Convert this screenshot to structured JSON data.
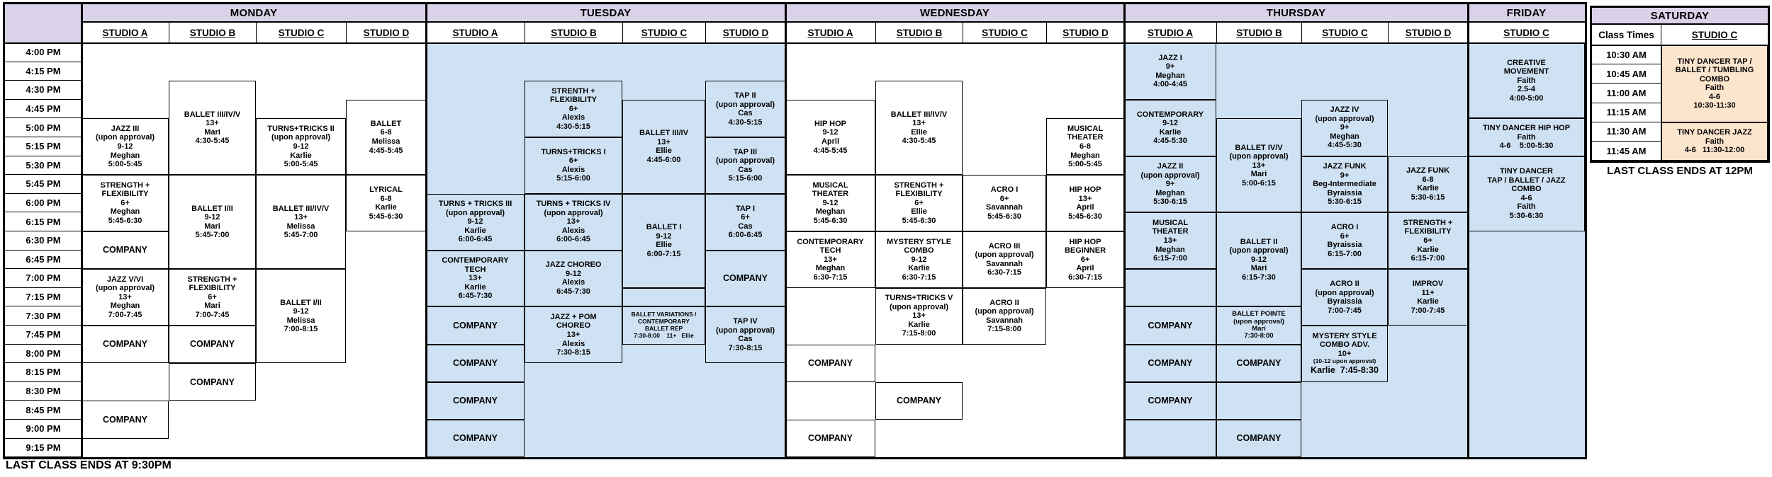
{
  "palette": {
    "header_lavender": "#D9D2E9",
    "day_white": "#FFFFFF",
    "day_blue": "#CFE2F3",
    "saturday_orange": "#FCE5CD",
    "border_black": "#000000"
  },
  "footer_left": "LAST CLASS ENDS AT 9:30PM",
  "time_column": {
    "times": [
      "4:00 PM",
      "4:15 PM",
      "4:30 PM",
      "4:45 PM",
      "5:00 PM",
      "5:15 PM",
      "5:30 PM",
      "5:45 PM",
      "6:00 PM",
      "6:15 PM",
      "6:30 PM",
      "6:45 PM",
      "7:00 PM",
      "7:15 PM",
      "7:30 PM",
      "7:45 PM",
      "8:00 PM",
      "8:15 PM",
      "8:30 PM",
      "8:45 PM",
      "9:00 PM",
      "9:15 PM"
    ]
  },
  "days": [
    {
      "name": "MONDAY",
      "tone": "white",
      "studios": [
        {
          "name": "STUDIO A",
          "classes": [
            {
              "lines": [
                "JAZZ III",
                "(upon approval)",
                "9-12",
                "Meghan",
                "5:00-5:45"
              ],
              "row": 4,
              "span": 3
            },
            {
              "lines": [
                "STRENGTH +",
                "FLEXIBILITY",
                "6+",
                "Meghan",
                "5:45-6:30"
              ],
              "row": 7,
              "span": 3
            },
            {
              "lines": [
                "COMPANY"
              ],
              "row": 10,
              "span": 2
            },
            {
              "lines": [
                "JAZZ V/VI",
                "(upon approval)",
                "13+",
                "Meghan",
                "7:00-7:45"
              ],
              "row": 12,
              "span": 3
            },
            {
              "lines": [
                "COMPANY"
              ],
              "row": 15,
              "span": 2
            },
            {
              "lines": [
                "COMPANY"
              ],
              "row": 19,
              "span": 2
            }
          ]
        },
        {
          "name": "STUDIO B",
          "classes": [
            {
              "lines": [
                "BALLET III/IV/V",
                "13+",
                "Mari",
                "4:30-5:45"
              ],
              "row": 2,
              "span": 5
            },
            {
              "lines": [
                "BALLET I/II",
                "9-12",
                "Mari",
                "5:45-7:00"
              ],
              "row": 7,
              "span": 5
            },
            {
              "lines": [
                "STRENGTH +",
                "FLEXIBILITY",
                "6+",
                "Mari",
                "7:00-7:45"
              ],
              "row": 12,
              "span": 3
            },
            {
              "lines": [
                "COMPANY"
              ],
              "row": 15,
              "span": 2
            },
            {
              "lines": [
                "COMPANY"
              ],
              "row": 17,
              "span": 2
            }
          ]
        },
        {
          "name": "STUDIO C",
          "classes": [
            {
              "lines": [
                "TURNS+TRICKS II",
                "(upon approval)",
                "9-12",
                "Karlie",
                "5:00-5:45"
              ],
              "row": 4,
              "span": 3
            },
            {
              "lines": [
                "BALLET III/IV/V",
                "13+",
                "Melissa",
                "5:45-7:00"
              ],
              "row": 7,
              "span": 5
            },
            {
              "lines": [
                "BALLET I/II",
                "9-12",
                "Melissa",
                "7:00-8:15"
              ],
              "row": 12,
              "span": 5
            }
          ]
        },
        {
          "name": "STUDIO D",
          "classes": [
            {
              "lines": [
                "BALLET",
                "6-8",
                "Melissa",
                "4:45-5:45"
              ],
              "row": 3,
              "span": 4
            },
            {
              "lines": [
                "LYRICAL",
                "6-8",
                "Karlie",
                "5:45-6:30"
              ],
              "row": 7,
              "span": 3
            }
          ]
        }
      ]
    },
    {
      "name": "TUESDAY",
      "tone": "blue",
      "studios": [
        {
          "name": "STUDIO A",
          "classes": [
            {
              "lines": [
                "TURNS + TRICKS III",
                "(upon approval)",
                "9-12",
                "Karlie",
                "6:00-6:45"
              ],
              "row": 8,
              "span": 3
            },
            {
              "lines": [
                "CONTEMPORARY",
                "TECH",
                "13+",
                "Karlie",
                "6:45-7:30"
              ],
              "row": 11,
              "span": 3
            },
            {
              "lines": [
                "COMPANY"
              ],
              "row": 14,
              "span": 2
            },
            {
              "lines": [
                "COMPANY"
              ],
              "row": 16,
              "span": 2
            },
            {
              "lines": [
                "COMPANY"
              ],
              "row": 18,
              "span": 2
            },
            {
              "lines": [
                "COMPANY"
              ],
              "row": 20,
              "span": 2
            }
          ]
        },
        {
          "name": "STUDIO B",
          "classes": [
            {
              "lines": [
                "STRENTH +",
                "FLEXIBILITY",
                "6+",
                "Alexis",
                "4:30-5:15"
              ],
              "row": 2,
              "span": 3
            },
            {
              "lines": [
                "TURNS+TRICKS I",
                "6+",
                "Alexis",
                "5:15-6:00"
              ],
              "row": 5,
              "span": 3
            },
            {
              "lines": [
                "TURNS + TRICKS IV",
                "(upon approval)",
                "13+",
                "Alexis",
                "6:00-6:45"
              ],
              "row": 8,
              "span": 3
            },
            {
              "lines": [
                "JAZZ CHOREO",
                "9-12",
                "Alexis",
                "6:45-7:30"
              ],
              "row": 11,
              "span": 3
            },
            {
              "lines": [
                "JAZZ + POM",
                "CHOREO",
                "13+",
                "Alexis",
                "7:30-8:15"
              ],
              "row": 14,
              "span": 3
            }
          ]
        },
        {
          "name": "STUDIO C",
          "classes": [
            {
              "lines": [
                "BALLET III/IV",
                "13+",
                "Ellie",
                "4:45-6:00"
              ],
              "row": 3,
              "span": 5
            },
            {
              "lines": [
                "BALLET I",
                "9-12",
                "Ellie",
                "6:00-7:15"
              ],
              "row": 8,
              "span": 5
            },
            {
              "lines": [],
              "row": 13,
              "span": 1
            },
            {
              "lines": [
                "BALLET VARIATIONS /",
                "CONTEMPORARY",
                "BALLET REP",
                "7:30-8:00    11+   Ellie"
              ],
              "row": 14,
              "span": 2,
              "compact": true
            }
          ]
        },
        {
          "name": "STUDIO D",
          "classes": [
            {
              "lines": [
                "TAP II",
                "(upon approval)",
                "Cas",
                "4:30-5:15"
              ],
              "row": 2,
              "span": 3
            },
            {
              "lines": [
                "TAP III",
                "(upon approval)",
                "Cas",
                "5:15-6:00"
              ],
              "row": 5,
              "span": 3
            },
            {
              "lines": [
                "TAP I",
                "6+",
                "Cas",
                "6:00-6:45"
              ],
              "row": 8,
              "span": 3
            },
            {
              "lines": [
                "COMPANY"
              ],
              "row": 11,
              "span": 3
            },
            {
              "lines": [
                "TAP IV",
                "(upon approval)",
                "Cas",
                "7:30-8:15"
              ],
              "row": 14,
              "span": 3
            }
          ]
        }
      ]
    },
    {
      "name": "WEDNESDAY",
      "tone": "white",
      "studios": [
        {
          "name": "STUDIO A",
          "classes": [
            {
              "lines": [
                "HIP HOP",
                "9-12",
                "April",
                "4:45-5:45"
              ],
              "row": 3,
              "span": 4
            },
            {
              "lines": [
                "MUSICAL",
                "THEATER",
                "9-12",
                "Meghan",
                "5:45-6:30"
              ],
              "row": 7,
              "span": 3
            },
            {
              "lines": [
                "CONTEMPORARY",
                "TECH",
                "13+",
                "Meghan",
                "6:30-7:15"
              ],
              "row": 10,
              "span": 3
            },
            {
              "lines": [
                "COMPANY"
              ],
              "row": 16,
              "span": 2
            },
            {
              "lines": [
                "COMPANY"
              ],
              "row": 20,
              "span": 2
            }
          ]
        },
        {
          "name": "STUDIO B",
          "classes": [
            {
              "lines": [
                "BALLET III/IV/V",
                "13+",
                "Ellie",
                "4:30-5:45"
              ],
              "row": 2,
              "span": 5
            },
            {
              "lines": [
                "STRENGTH +",
                "FLEXIBILITY",
                "6+",
                "Ellie",
                "5:45-6:30"
              ],
              "row": 7,
              "span": 3
            },
            {
              "lines": [
                "MYSTERY STYLE",
                "COMBO",
                "9-12",
                "Karlie",
                "6:30-7:15"
              ],
              "row": 10,
              "span": 3
            },
            {
              "lines": [
                "TURNS+TRICKS V",
                "(upon approval)",
                "13+",
                "Karlie",
                "7:15-8:00"
              ],
              "row": 13,
              "span": 3
            },
            {
              "lines": [
                "COMPANY"
              ],
              "row": 18,
              "span": 2
            }
          ]
        },
        {
          "name": "STUDIO C",
          "classes": [
            {
              "lines": [
                "ACRO I",
                "6+",
                "Savannah",
                "5:45-6:30"
              ],
              "row": 7,
              "span": 3
            },
            {
              "lines": [
                "ACRO III",
                "(upon approval)",
                "Savannah",
                "6:30-7:15"
              ],
              "row": 10,
              "span": 3
            },
            {
              "lines": [
                "ACRO II",
                "(upon approval)",
                "Savannah",
                "7:15-8:00"
              ],
              "row": 13,
              "span": 3
            }
          ]
        },
        {
          "name": "STUDIO D",
          "classes": [
            {
              "lines": [
                "MUSICAL",
                "THEATER",
                "6-8",
                "Meghan",
                "5:00-5:45"
              ],
              "row": 4,
              "span": 3
            },
            {
              "lines": [
                "HIP HOP",
                "13+",
                "April",
                "5:45-6:30"
              ],
              "row": 7,
              "span": 3
            },
            {
              "lines": [
                "HIP HOP",
                "BEGINNER",
                "6+",
                "April",
                "6:30-7:15"
              ],
              "row": 10,
              "span": 3
            }
          ]
        }
      ]
    },
    {
      "name": "THURSDAY",
      "tone": "blue",
      "studios": [
        {
          "name": "STUDIO A",
          "classes": [
            {
              "lines": [
                "JAZZ I",
                "9+",
                "Meghan",
                "4:00-4:45"
              ],
              "row": 0,
              "span": 3
            },
            {
              "lines": [
                "CONTEMPORARY",
                "9-12",
                "Karlie",
                "4:45-5:30"
              ],
              "row": 3,
              "span": 3
            },
            {
              "lines": [
                "JAZZ II",
                "(upon approval)",
                "9+",
                "Meghan",
                "5:30-6:15"
              ],
              "row": 6,
              "span": 3
            },
            {
              "lines": [
                "MUSICAL",
                "THEATER",
                "13+",
                "Meghan",
                "6:15-7:00"
              ],
              "row": 9,
              "span": 3
            },
            {
              "lines": [],
              "row": 12,
              "span": 2
            },
            {
              "lines": [
                "COMPANY"
              ],
              "row": 14,
              "span": 2
            },
            {
              "lines": [
                "COMPANY"
              ],
              "row": 16,
              "span": 2
            },
            {
              "lines": [
                "COMPANY"
              ],
              "row": 18,
              "span": 2
            },
            {
              "lines": [],
              "row": 20,
              "span": 2
            }
          ]
        },
        {
          "name": "STUDIO B",
          "classes": [
            {
              "lines": [
                "BALLET IV/V",
                "(upon approval)",
                "13+",
                "Mari",
                "5:00-6:15"
              ],
              "row": 4,
              "span": 5
            },
            {
              "lines": [
                "BALLET II",
                "(upon approval)",
                "9-12",
                "Mari",
                "6:15-7:30"
              ],
              "row": 9,
              "span": 5
            },
            {
              "lines": [
                "BALLET POINTE",
                "(upon approval)",
                "Mari",
                "7:30-8:00"
              ],
              "row": 14,
              "span": 2
            },
            {
              "lines": [
                "COMPANY"
              ],
              "row": 16,
              "span": 2
            },
            {
              "lines": [],
              "row": 18,
              "span": 2
            },
            {
              "lines": [
                "COMPANY"
              ],
              "row": 20,
              "span": 2
            }
          ]
        },
        {
          "name": "STUDIO C",
          "classes": [
            {
              "lines": [
                "JAZZ IV",
                "(upon approval)",
                "9+",
                "Meghan",
                "4:45-5:30"
              ],
              "row": 3,
              "span": 3
            },
            {
              "lines": [
                "JAZZ FUNK",
                "9+",
                "Beg-Intermediate",
                "Byraissia",
                "5:30-6:15"
              ],
              "row": 6,
              "span": 3
            },
            {
              "lines": [
                "ACRO I",
                "6+",
                "Byraissia",
                "6:15-7:00"
              ],
              "row": 9,
              "span": 3
            },
            {
              "lines": [
                "ACRO II",
                "(upon approval)",
                "Byraissia",
                "7:00-7:45"
              ],
              "row": 12,
              "span": 3
            },
            {
              "lines": [
                "MYSTERY STYLE",
                "COMBO ADV.",
                "10+",
                "(10-12 upon approval)",
                "Karlie  7:45-8:30"
              ],
              "row": 15,
              "span": 3,
              "mixed": true
            }
          ]
        },
        {
          "name": "STUDIO D",
          "classes": [
            {
              "lines": [
                "JAZZ FUNK",
                "6-8",
                "Karlie",
                "5:30-6:15"
              ],
              "row": 6,
              "span": 3
            },
            {
              "lines": [
                "STRENGTH +",
                "FLEXIBILITY",
                "6+",
                "Karlie",
                "6:15-7:00"
              ],
              "row": 9,
              "span": 3
            },
            {
              "lines": [
                "IMPROV",
                "11+",
                "Karlie",
                "7:00-7:45"
              ],
              "row": 12,
              "span": 3
            }
          ]
        }
      ]
    },
    {
      "name": "FRIDAY",
      "tone": "blue",
      "studios": [
        {
          "name": "STUDIO C",
          "classes": [
            {
              "lines": [
                "CREATIVE",
                "MOVEMENT",
                "Faith",
                "2.5-4",
                "4:00-5:00"
              ],
              "row": 0,
              "span": 4
            },
            {
              "lines": [
                "TINY DANCER HIP HOP",
                "Faith",
                "4-6    5:00-5:30"
              ],
              "row": 4,
              "span": 2
            },
            {
              "lines": [
                "TINY DANCER",
                "TAP / BALLET / JAZZ",
                "COMBO",
                "4-6",
                "Faith",
                "5:30-6:30"
              ],
              "row": 6,
              "span": 4
            }
          ]
        }
      ]
    }
  ],
  "saturday": {
    "name": "SATURDAY",
    "col_headers": [
      "Class Times",
      "STUDIO C"
    ],
    "times": [
      "10:30 AM",
      "10:45 AM",
      "11:00 AM",
      "11:15 AM",
      "11:30 AM",
      "11:45 AM"
    ],
    "classes": [
      {
        "lines": [
          "TINY DANCER TAP /",
          "BALLET / TUMBLING",
          "COMBO",
          "Faith",
          "4-6",
          "10:30-11:30"
        ],
        "row": 0,
        "span": 4
      },
      {
        "lines": [
          "TINY DANCER JAZZ",
          "Faith",
          "4-6   11:30-12:00"
        ],
        "row": 4,
        "span": 2
      }
    ],
    "footer": "LAST CLASS ENDS AT 12PM"
  }
}
